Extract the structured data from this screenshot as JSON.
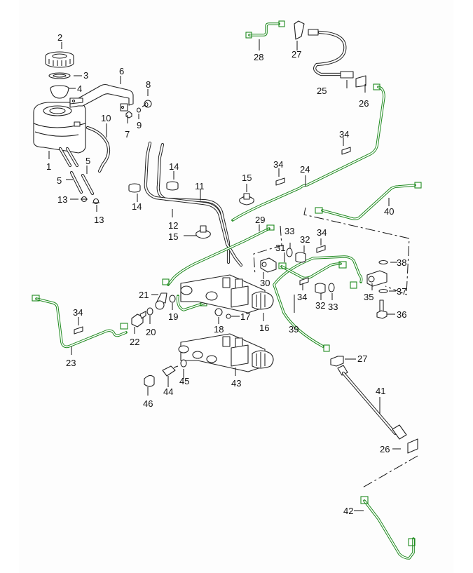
{
  "diagram": {
    "type": "exploded parts diagram",
    "subject": "brake master cylinder, reservoir and brake lines",
    "colors": {
      "line": "#111111",
      "brake_pipe": "#1f8a1f",
      "background": "#ffffff"
    },
    "labels": {
      "p1": "1",
      "p2": "2",
      "p3": "3",
      "p4": "4",
      "p5a": "5",
      "p5b": "5",
      "p6": "6",
      "p7": "7",
      "p8": "8",
      "p9": "9",
      "p10": "10",
      "p11": "11",
      "p12": "12",
      "p13a": "13",
      "p13b": "13",
      "p14a": "14",
      "p14b": "14",
      "p15a": "15",
      "p15b": "15",
      "p16": "16",
      "p17": "17",
      "p18": "18",
      "p19": "19",
      "p20": "20",
      "p21": "21",
      "p22": "22",
      "p23": "23",
      "p24": "24",
      "p25": "25",
      "p26a": "26",
      "p26b": "26",
      "p27a": "27",
      "p27b": "27",
      "p28": "28",
      "p29": "29",
      "p30": "30",
      "p31": "31",
      "p32a": "32",
      "p32b": "32",
      "p33a": "33",
      "p33b": "33",
      "p34a": "34",
      "p34b": "34",
      "p34c": "34",
      "p34d": "34",
      "p34e": "34",
      "p35": "35",
      "p36": "36",
      "p37": "37",
      "p38": "38",
      "p39": "39",
      "p40": "40",
      "p41": "41",
      "p42": "42",
      "p43": "43",
      "p44": "44",
      "p45": "45",
      "p46": "46"
    }
  }
}
